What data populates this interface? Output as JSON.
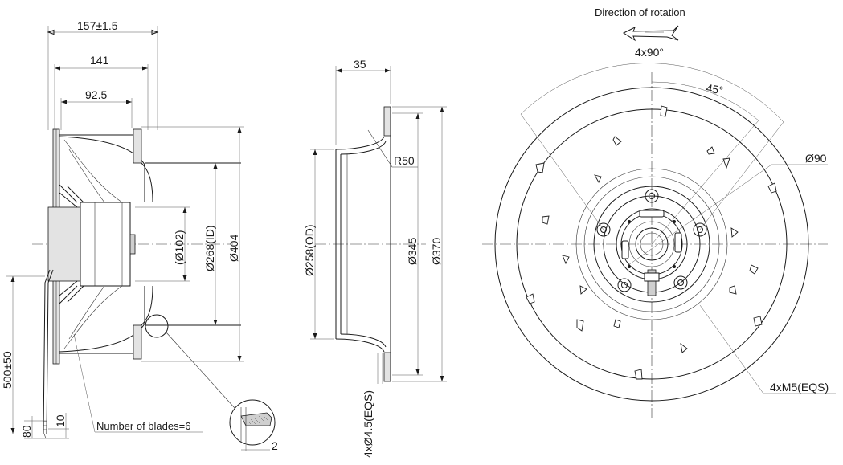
{
  "side_view": {
    "dim_overall_length": "157±1.5",
    "dim_141": "141",
    "dim_92_5": "92.5",
    "dim_d102": "(Ø102)",
    "dim_d268": "Ø268(ID)",
    "dim_d404": "Ø404",
    "dim_cable": "500±50",
    "dim_80": "80",
    "dim_10": "10",
    "blades_note": "Number of blades=6",
    "detail_dim_2": "2"
  },
  "inlet_ring": {
    "dim_35": "35",
    "radius": "R50",
    "dim_d258": "Ø258(OD)",
    "dim_d345": "Ø345",
    "dim_d370": "Ø370",
    "holes": "4xØ4.5(EQS)"
  },
  "front_view": {
    "rotation_label": "Direction of rotation",
    "angle_4x90": "4x90°",
    "angle_45": "45°",
    "dim_d90": "Ø90",
    "thread_note": "4xM5(EQS)"
  }
}
